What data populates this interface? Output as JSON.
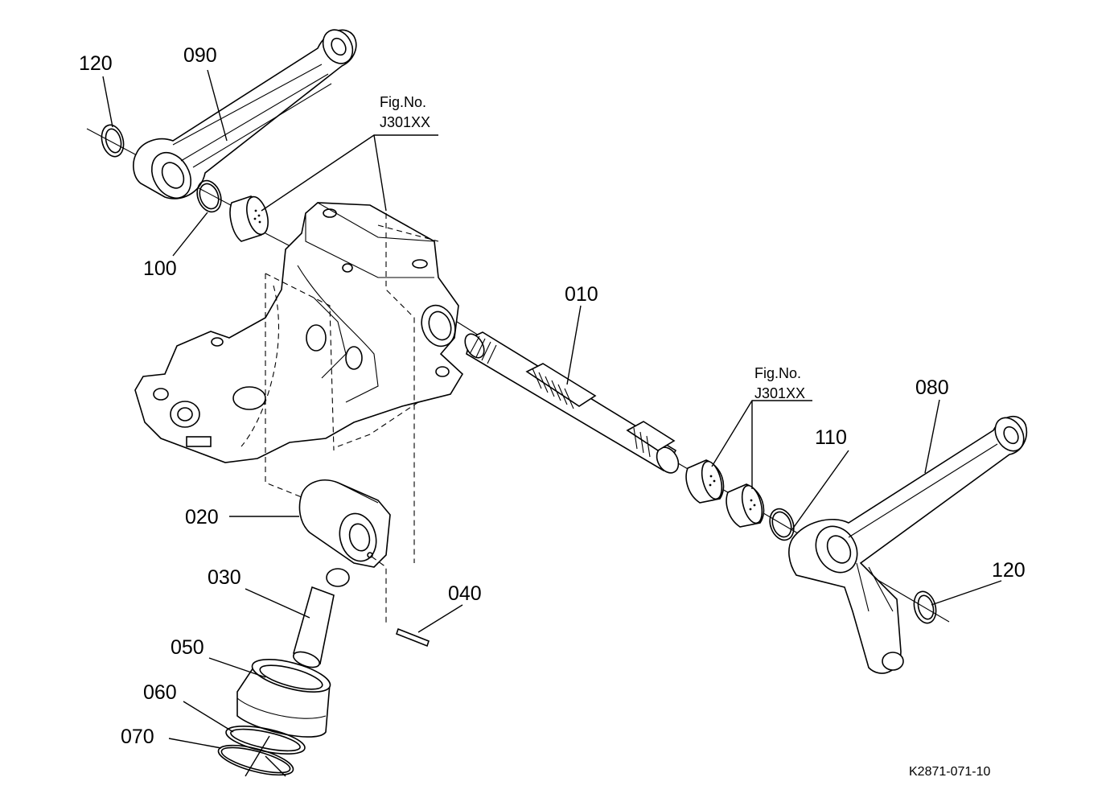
{
  "diagram": {
    "parts": [
      {
        "id": "p010",
        "number": "010"
      },
      {
        "id": "p020",
        "number": "020"
      },
      {
        "id": "p030",
        "number": "030"
      },
      {
        "id": "p040",
        "number": "040"
      },
      {
        "id": "p050",
        "number": "050"
      },
      {
        "id": "p060",
        "number": "060"
      },
      {
        "id": "p070",
        "number": "070"
      },
      {
        "id": "p080",
        "number": "080"
      },
      {
        "id": "p090",
        "number": "090"
      },
      {
        "id": "p100",
        "number": "100"
      },
      {
        "id": "p110",
        "number": "110"
      },
      {
        "id": "p120a",
        "number": "120"
      },
      {
        "id": "p120b",
        "number": "120"
      }
    ],
    "references": [
      {
        "line1": "Fig.No.",
        "line2": "J301XX"
      },
      {
        "line1": "Fig.No.",
        "line2": "J301XX"
      }
    ],
    "drawing_code": "K2871-071-10"
  }
}
